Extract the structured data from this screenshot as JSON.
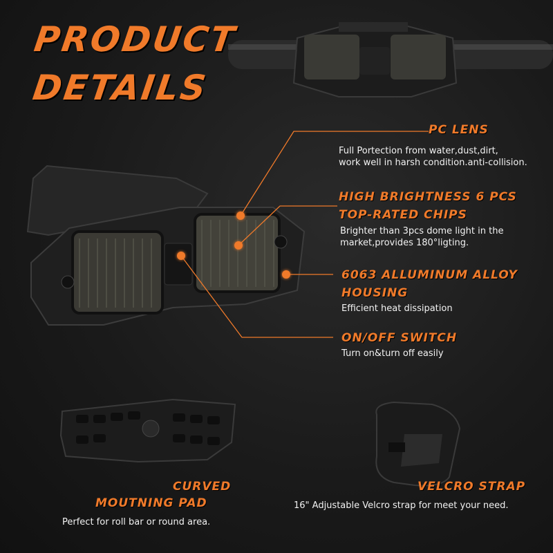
{
  "header": {
    "line1": "PRODUCT",
    "line2": "DETAILS"
  },
  "features": [
    {
      "title": "PC LENS",
      "desc": [
        "Full Portection from water,dust,dirt,",
        "work well in harsh condition.anti-collision."
      ]
    },
    {
      "title_lines": [
        "HIGH BRIGHTNESS 6 PCS",
        "TOP-RATED CHIPS"
      ],
      "desc": [
        "Brighter than 3pcs dome light in the",
        "market,provides 180°ligting."
      ]
    },
    {
      "title_lines": [
        "6063 ALLUMINUM ALLOY",
        "HOUSING"
      ],
      "desc": [
        "Efficient heat dissipation"
      ]
    },
    {
      "title": "ON/OFF SWITCH",
      "desc": [
        "Turn on&turn off easily"
      ]
    }
  ],
  "bottom": {
    "pad_title": [
      "CURVED",
      "MOUTNING PAD"
    ],
    "pad_desc": "Perfect for roll bar or round area.",
    "strap_title": "VELCRO STRAP",
    "strap_desc": "16\" Adjustable Velcro strap for meet your need."
  },
  "colors": {
    "accent": "#f07a2a",
    "background": "#1a1a1a",
    "text": "#f2f2f2"
  }
}
